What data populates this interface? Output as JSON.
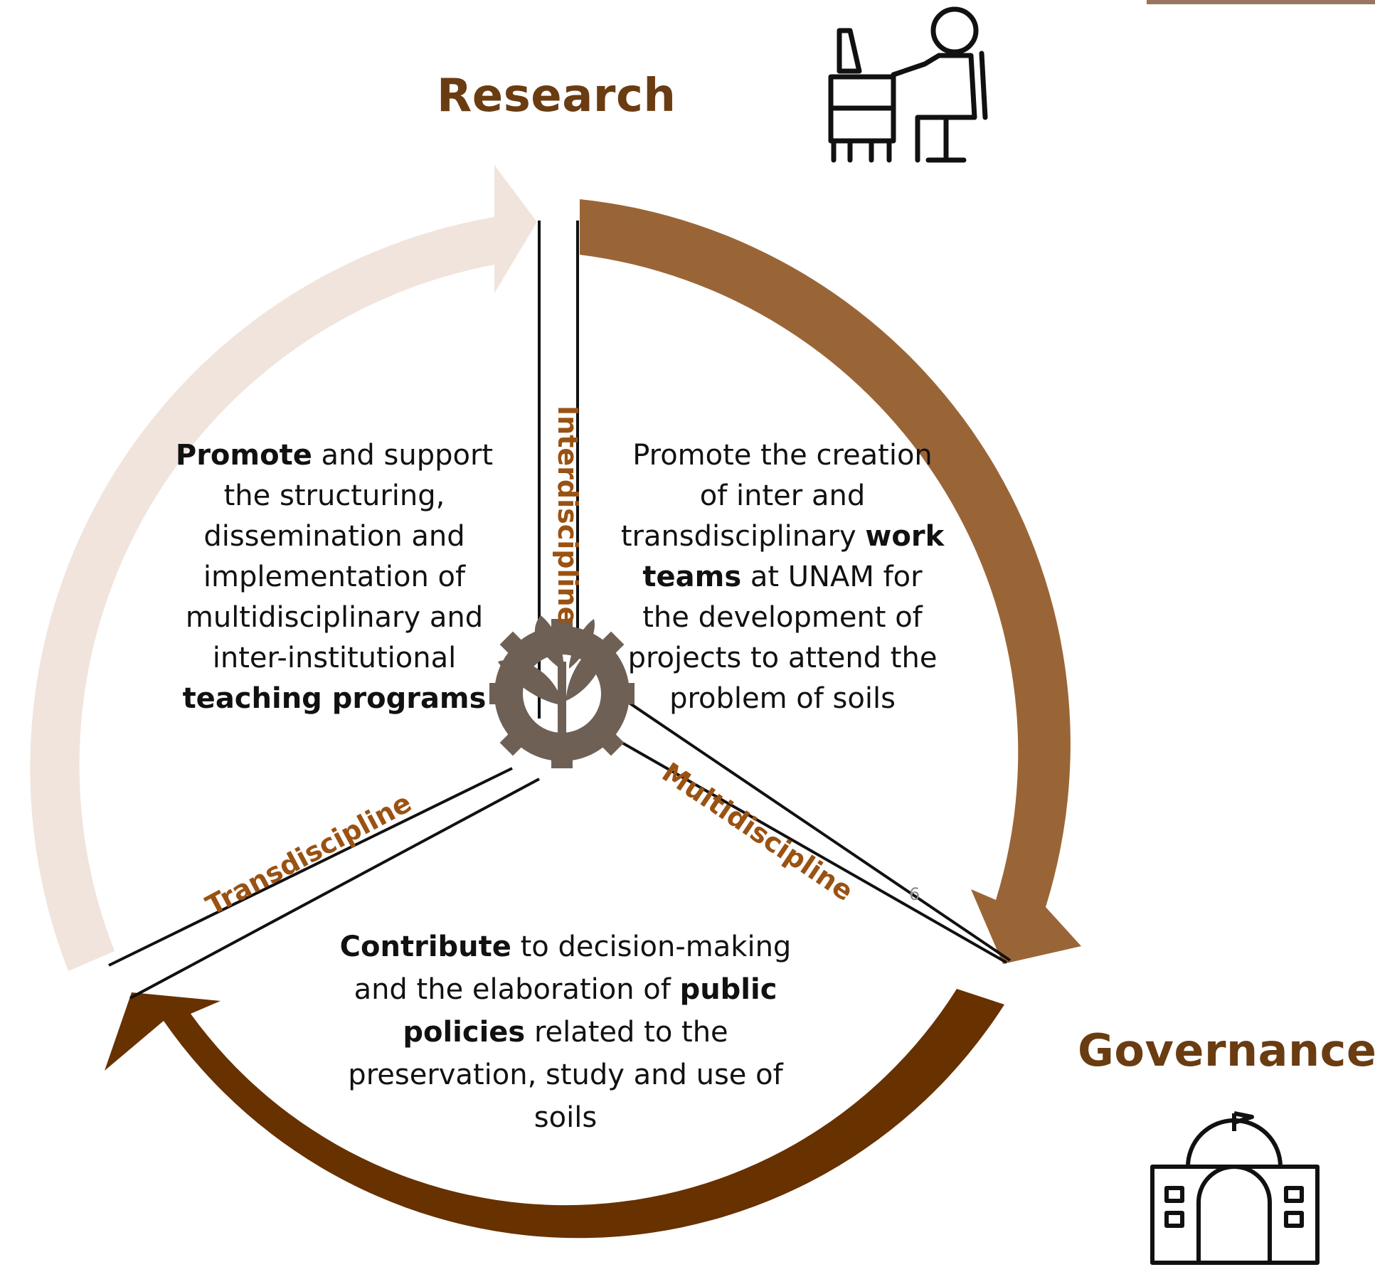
{
  "titles": {
    "research": "Research",
    "governance": "Governance"
  },
  "connectors": {
    "interdiscipline": "Interdiscipline",
    "multidiscipline": "Multidiscipline",
    "transdiscipline": "Transdiscipline"
  },
  "texts": {
    "left": [
      {
        "plain": "",
        "bold": "Promote",
        "after": " and support"
      },
      {
        "plain": "the structuring,"
      },
      {
        "plain": "dissemination and"
      },
      {
        "plain": "implementation of"
      },
      {
        "plain": "multidisciplinary and"
      },
      {
        "plain": "inter-institutional"
      },
      {
        "plain": "",
        "bold": "teaching programs",
        "after": ""
      }
    ],
    "right": [
      {
        "plain": "Promote the creation"
      },
      {
        "plain": "of inter and"
      },
      {
        "plain": "transdisciplinary ",
        "bold": "work",
        "after": ""
      },
      {
        "plain": "",
        "bold": "teams",
        "after": " at UNAM for"
      },
      {
        "plain": "the development of"
      },
      {
        "plain": "projects to attend the"
      },
      {
        "plain": "problem of soils"
      }
    ],
    "bottom": [
      {
        "plain": "",
        "bold": "Contribute",
        "after": " to decision-making"
      },
      {
        "plain": "and the elaboration of ",
        "bold": "public",
        "after": ""
      },
      {
        "plain": "",
        "bold": "policies",
        "after": " related to the"
      },
      {
        "plain": "preservation, study and use of"
      },
      {
        "plain": "soils"
      }
    ]
  },
  "page_number": "6",
  "colors": {
    "arrow_light": "#f0e4dc",
    "arrow_mid": "#9a6536",
    "arrow_dark": "#673100",
    "title": "#6a3c12",
    "connector_label": "#9a5212",
    "center_icon": "#6e6055"
  },
  "icons": {
    "research": "person-at-desk-icon",
    "governance": "government-building-icon",
    "center": "plant-gear-icon"
  }
}
